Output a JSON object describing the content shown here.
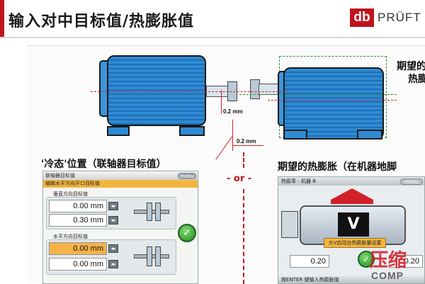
{
  "header": {
    "title": "输入对中目标值/热膨胀值",
    "logo_mark": "db",
    "logo_text": "PRÜFT"
  },
  "diagram": {
    "dim_vertical": "0.2 mm",
    "dim_horizontal": "0.2 mm",
    "right_note_line1": "期望的",
    "right_note_line2": "热膨"
  },
  "captions": {
    "cold_position": "'冷态'位置（联轴器目标值）",
    "expected_expansion": "期望的热膨胀（在机器地脚",
    "or": "- or -"
  },
  "screen1": {
    "title": "联轴器目标值",
    "menu": "menu",
    "instruction": "编辑水平方向开口目标值",
    "vertical_label": "垂直方向目标值",
    "horizontal_label": "水平方向目标值",
    "vertical_values": [
      "0.00 mm",
      "0.30 mm"
    ],
    "horizontal_values": [
      "0.00 mm",
      "0.00 mm"
    ]
  },
  "screen2": {
    "title": "热膨率 - 机器 B",
    "menu": "menu",
    "badge": "V",
    "pill_label": "大V启动台热膨胀量设置",
    "left_value": "0.20",
    "right_value": "0.20",
    "bottom_text": "按ENTER 键输入热膨胀值"
  },
  "watermark": {
    "line1": "压缩",
    "line2": "COMP"
  },
  "colors": {
    "brand_red": "#c0141c",
    "motor_blue": "#2e8ad4",
    "active_field": "#f6b24a",
    "ok_green": "#1f8b1f"
  }
}
